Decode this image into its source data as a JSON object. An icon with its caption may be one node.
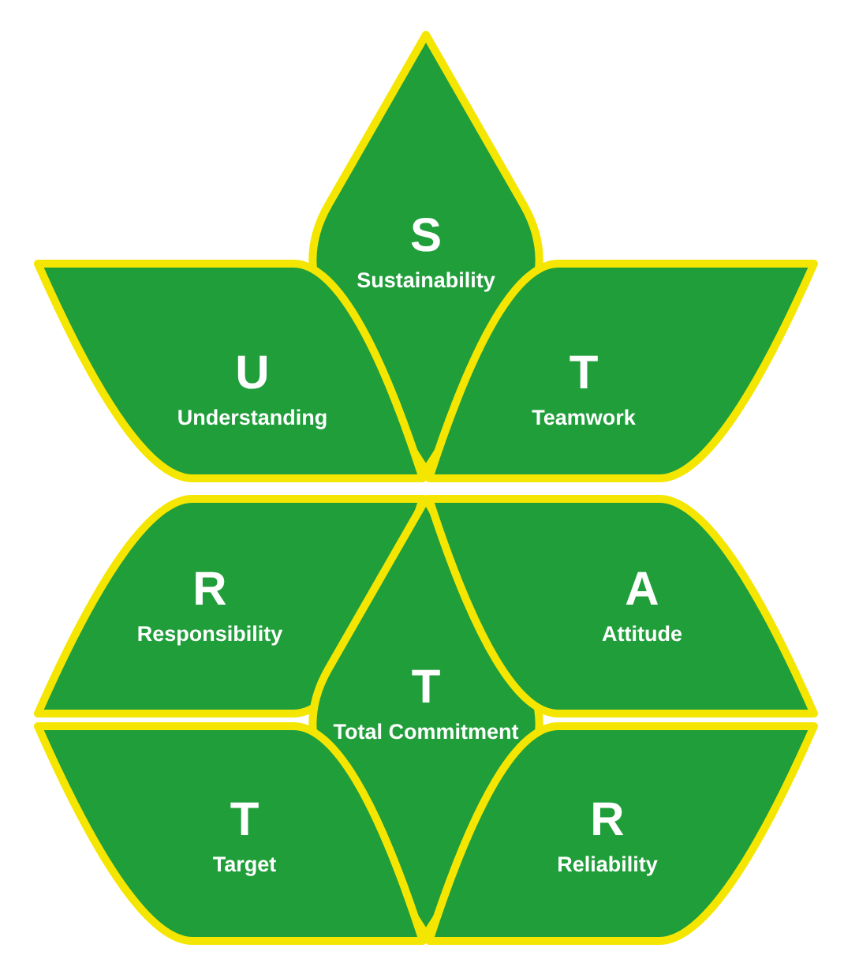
{
  "diagram": {
    "nodes": [
      {
        "text": [
          "S",
          "Sustainability"
        ]
      },
      {
        "text": [
          "U",
          "Understanding"
        ]
      },
      {
        "text": [
          "T",
          "Teamwork"
        ]
      },
      {
        "text": [
          "R",
          "Responsibility"
        ]
      },
      {
        "text": [
          "T",
          "Total Commitment"
        ]
      },
      {
        "text": [
          "A",
          "Attitude"
        ]
      },
      {
        "text": [
          "T",
          "Target"
        ]
      },
      {
        "text": [
          "R",
          "Reliability"
        ]
      }
    ]
  }
}
